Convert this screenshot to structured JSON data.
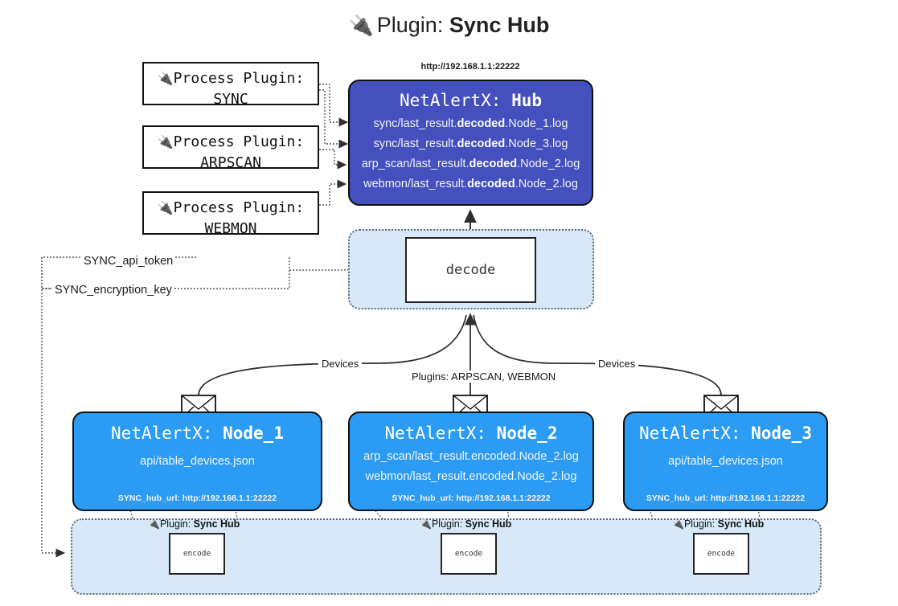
{
  "title": {
    "icon": "plug-icon",
    "glyph": "🔌",
    "prefix": "Plugin: ",
    "name": "Sync Hub"
  },
  "process_plugins": [
    {
      "icon": "plug-icon",
      "glyph": "🔌",
      "line1": "Process Plugin:",
      "line2": "SYNC"
    },
    {
      "icon": "plug-icon",
      "glyph": "🔌",
      "line1": "Process Plugin:",
      "line2": "ARPSCAN"
    },
    {
      "icon": "plug-icon",
      "glyph": "🔌",
      "line1": "Process Plugin:",
      "line2": "WEBMON"
    }
  ],
  "hub": {
    "url": "http://192.168.1.1:22222",
    "title_prefix": "NetAlertX: ",
    "title_name": "Hub",
    "logs": [
      {
        "pre": "sync/last_result.",
        "em": "decoded",
        "post": ".Node_1.log"
      },
      {
        "pre": "sync/last_result.",
        "em": "decoded",
        "post": ".Node_3.log"
      },
      {
        "pre": "arp_scan/last_result.",
        "em": "decoded",
        "post": ".Node_2.log"
      },
      {
        "pre": "webmon/last_result.",
        "em": "decoded",
        "post": ".Node_2.log"
      }
    ]
  },
  "decode": {
    "label": "decode"
  },
  "keys": [
    {
      "label": "SYNC_api_token"
    },
    {
      "label": "SYNC_encryption_key"
    }
  ],
  "edge_labels": {
    "devices_left": "Devices",
    "devices_right": "Devices",
    "plugins": "Plugins: ARPSCAN, WEBMON"
  },
  "nodes": [
    {
      "icon": "envelope-icon",
      "title_prefix": "NetAlertX: ",
      "title_name": "Node_1",
      "lines": [
        "api/table_devices.json"
      ],
      "footer": "SYNC_hub_url: http://192.168.1.1:22222"
    },
    {
      "icon": "envelope-icon",
      "title_prefix": "NetAlertX: ",
      "title_name": "Node_2",
      "lines": [
        "arp_scan/last_result.encoded.Node_2.log",
        "webmon/last_result.encoded.Node_2.log"
      ],
      "footer": "SYNC_hub_url: http://192.168.1.1:22222"
    },
    {
      "icon": "envelope-icon",
      "title_prefix": "NetAlertX: ",
      "title_name": "Node_3",
      "lines": [
        "api/table_devices.json"
      ],
      "footer": "SYNC_hub_url: http://192.168.1.1:22222"
    }
  ],
  "encoders": [
    {
      "icon": "plug-icon",
      "glyph": "🔌",
      "caption_prefix": "Plugin: ",
      "caption_name": "Sync Hub",
      "label": "encode"
    },
    {
      "icon": "plug-icon",
      "glyph": "🔌",
      "caption_prefix": "Plugin: ",
      "caption_name": "Sync Hub",
      "label": "encode"
    },
    {
      "icon": "plug-icon",
      "glyph": "🔌",
      "caption_prefix": "Plugin: ",
      "caption_name": "Sync Hub",
      "label": "encode"
    }
  ],
  "colors": {
    "hub_fill": "#4350BD",
    "node_fill": "#2B9BF4",
    "container_fill": "#D7E9F9",
    "stroke": "#111111",
    "dotted": "#5a6a7a"
  }
}
